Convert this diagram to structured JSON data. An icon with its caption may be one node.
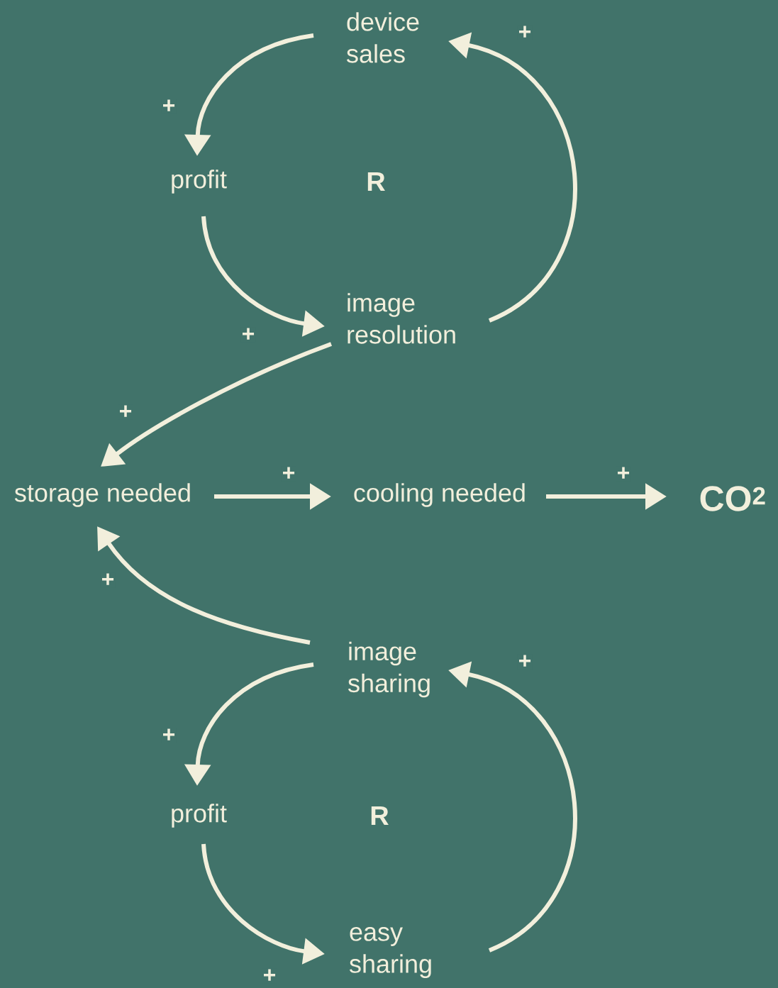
{
  "diagram": {
    "nodes": [
      {
        "text": [
          "device sales"
        ]
      },
      {
        "text": [
          "profit"
        ]
      },
      {
        "text": [
          "image resolution"
        ]
      },
      {
        "text": [
          "storage needed"
        ]
      },
      {
        "text": [
          "cooling needed"
        ]
      },
      {
        "text": [
          "CO$^{2}$"
        ]
      },
      {
        "text": [
          "image sharing"
        ]
      },
      {
        "text": [
          "profit"
        ]
      },
      {
        "text": [
          "easy sharing"
        ]
      }
    ],
    "edges": [
      {
        "from": 0,
        "to": 1,
        "arrow": "to",
        "label": "+"
      },
      {
        "from": 1,
        "to": 2,
        "arrow": "to",
        "label": "+"
      },
      {
        "from": 2,
        "to": 0,
        "arrow": "to",
        "label": "+"
      },
      {
        "from": 2,
        "to": 3,
        "arrow": "to",
        "label": "+"
      },
      {
        "from": 3,
        "to": 4,
        "arrow": "to",
        "label": "+"
      },
      {
        "from": 4,
        "to": 5,
        "arrow": "to",
        "label": "+"
      },
      {
        "from": 6,
        "to": 3,
        "arrow": "to",
        "label": "+"
      },
      {
        "from": 6,
        "to": 7,
        "arrow": "to",
        "label": "+"
      },
      {
        "from": 7,
        "to": 8,
        "arrow": "to",
        "label": "+"
      },
      {
        "from": 8,
        "to": 6,
        "arrow": "to",
        "label": "+"
      }
    ],
    "labels": [
      "R",
      "R"
    ]
  }
}
